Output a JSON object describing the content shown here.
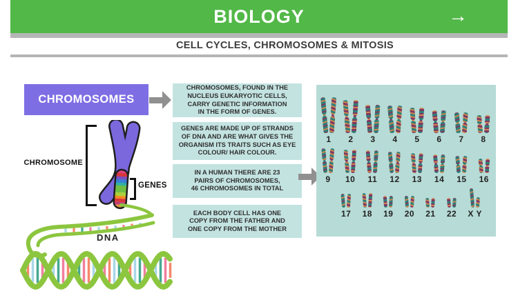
{
  "header": {
    "title": "BIOLOGY",
    "subtitle": "CELL CYCLES, CHROMOSOMES & MITOSIS",
    "next_arrow_icon": "→"
  },
  "chromosomes_section": {
    "heading": "CHROMOSOMES",
    "chromosome_label": "CHROMOSOME",
    "genes_label": "GENES",
    "dna_label": "DNA"
  },
  "facts": [
    {
      "lines": [
        "CHROMOSOMES, FOUND IN THE",
        "NUCLEUS EUKARYOTIC CELLS,",
        "CARRY GENETIC INFORMATION",
        "IN THE FORM OF GENES."
      ]
    },
    {
      "lines": [
        "GENES ARE MADE UP OF STRANDS",
        "OF DNA AND ARE WHAT GIVES THE",
        "ORGANISM ITS TRAITS SUCH AS EYE",
        "COLOUR/ HAIR COLOUR."
      ]
    },
    {
      "lines": [
        "IN A HUMAN THERE ARE 23",
        "PAIRS OF CHROMOSOMES,",
        "46 CHROMOSOMES IN TOTAL"
      ]
    },
    {
      "lines": [
        "EACH BODY CELL HAS ONE",
        "COPY FROM THE FATHER AND",
        "ONE COPY FROM THE MOTHER"
      ]
    }
  ],
  "karyotype": {
    "rows": [
      {
        "pairs": [
          {
            "label": "1",
            "h": [
              52,
              52
            ]
          },
          {
            "label": "2",
            "h": [
              48,
              48
            ]
          },
          {
            "label": "3",
            "h": [
              41,
              41
            ]
          },
          {
            "label": "4",
            "h": [
              40,
              40
            ]
          },
          {
            "label": "5",
            "h": [
              37,
              37
            ]
          },
          {
            "label": "6",
            "h": [
              33,
              33
            ]
          },
          {
            "label": "7",
            "h": [
              30,
              30
            ]
          },
          {
            "label": "8",
            "h": [
              26,
              26
            ]
          }
        ]
      },
      {
        "pairs": [
          {
            "label": "9",
            "h": [
              36,
              36
            ]
          },
          {
            "label": "10",
            "h": [
              34,
              34
            ]
          },
          {
            "label": "11",
            "h": [
              33,
              33
            ]
          },
          {
            "label": "12",
            "h": [
              31,
              31
            ]
          },
          {
            "label": "13",
            "h": [
              29,
              29
            ]
          },
          {
            "label": "14",
            "h": [
              27,
              27
            ]
          },
          {
            "label": "15",
            "h": [
              25,
              25
            ]
          },
          {
            "label": "16",
            "h": [
              21,
              21
            ]
          }
        ]
      },
      {
        "pairs": [
          {
            "label": "17",
            "h": [
              20,
              20
            ]
          },
          {
            "label": "18",
            "h": [
              21,
              21
            ]
          },
          {
            "label": "19",
            "h": [
              17,
              17
            ]
          },
          {
            "label": "20",
            "h": [
              17,
              17
            ]
          },
          {
            "label": "21",
            "h": [
              14,
              14
            ]
          },
          {
            "label": "22",
            "h": [
              14,
              14
            ]
          },
          {
            "label": "X Y",
            "h": [
              28,
              15
            ]
          }
        ]
      }
    ]
  },
  "colors": {
    "header_green": "#52b848",
    "divider_gray": "#b5b5b5",
    "accent_purple": "#7d6ee4",
    "chromosome_purple": "#7b68dd",
    "fact_box_teal": "#c3e3e1",
    "karyotype_bg": "#b7dbd6",
    "helix_green": "#8cc63f",
    "arrow_gray": "#909090",
    "karyotype_teal": "#2e7f78",
    "karyotype_orange": "#cd8550",
    "karyotype_plum": "#7e3a62"
  }
}
